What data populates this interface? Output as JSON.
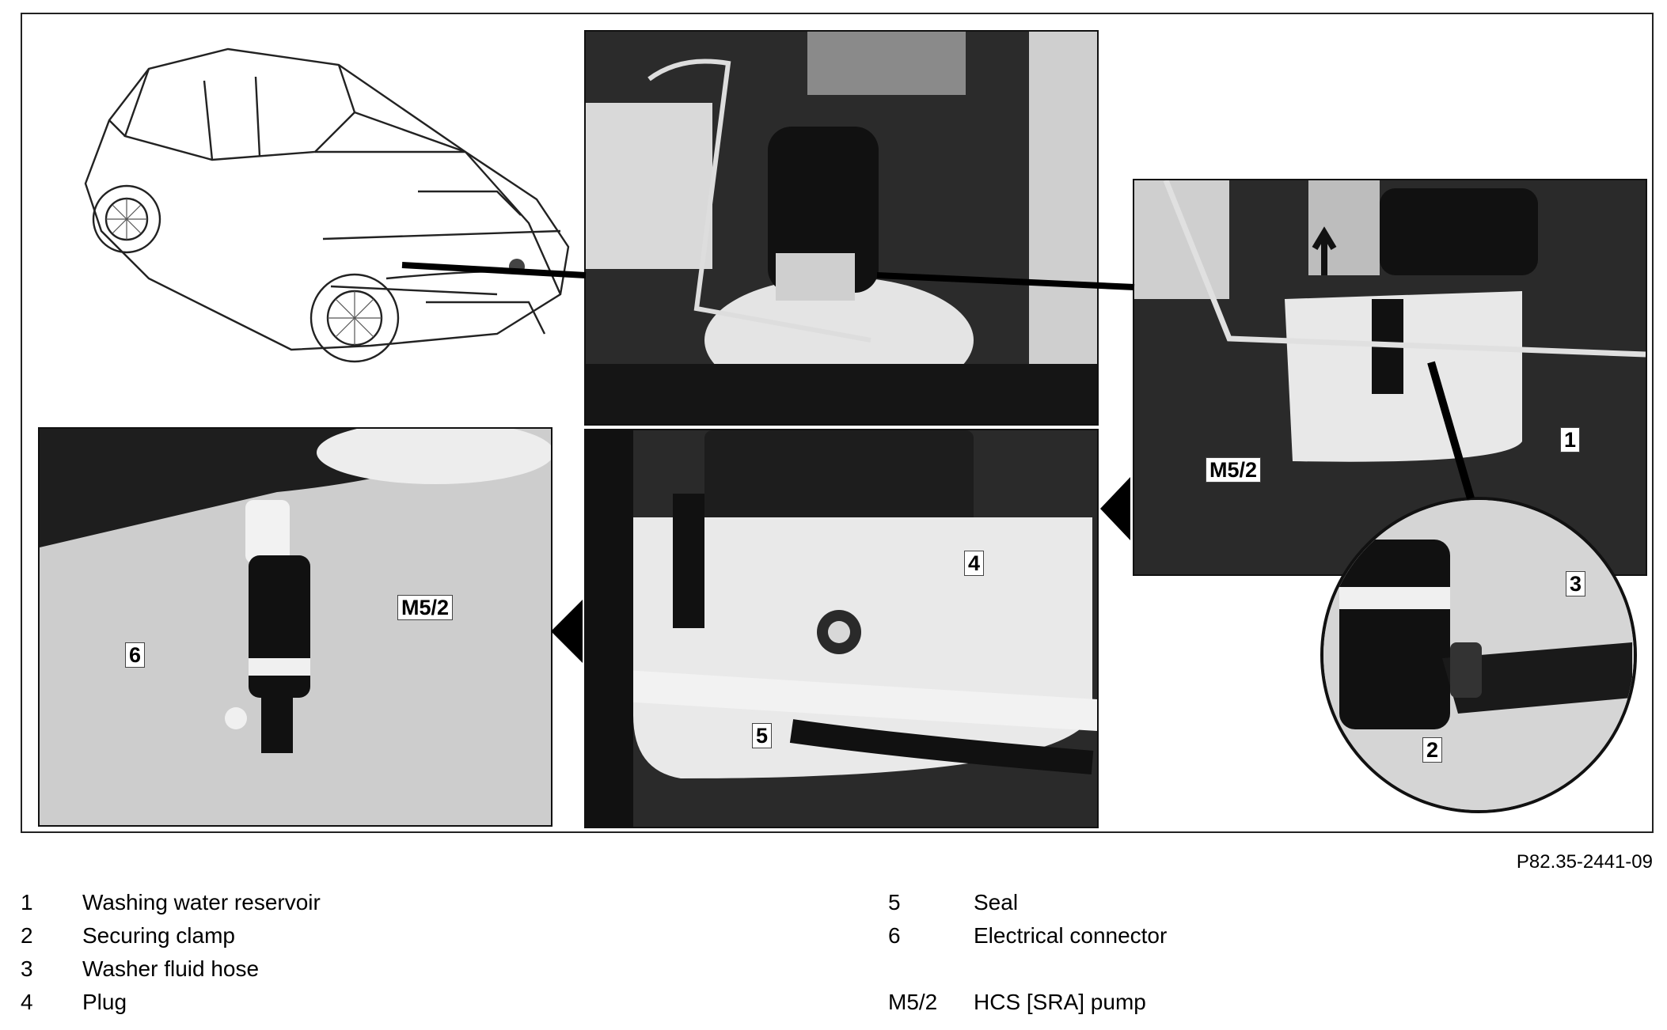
{
  "figure": {
    "reference_code": "P82.35-2441-09",
    "callouts": {
      "c1": "1",
      "c2": "2",
      "c3": "3",
      "c4": "4",
      "c5": "5",
      "c6": "6",
      "pump_a": "M5/2",
      "pump_b": "M5/2"
    }
  },
  "legend": {
    "left": [
      {
        "key": "1",
        "text": "Washing water reservoir"
      },
      {
        "key": "2",
        "text": "Securing clamp"
      },
      {
        "key": "3",
        "text": "Washer fluid hose"
      },
      {
        "key": "4",
        "text": "Plug"
      }
    ],
    "right": [
      {
        "key": "5",
        "text": "Seal"
      },
      {
        "key": "6",
        "text": "Electrical connector"
      },
      {
        "key": "M5/2",
        "text": "HCS [SRA] pump"
      }
    ]
  }
}
